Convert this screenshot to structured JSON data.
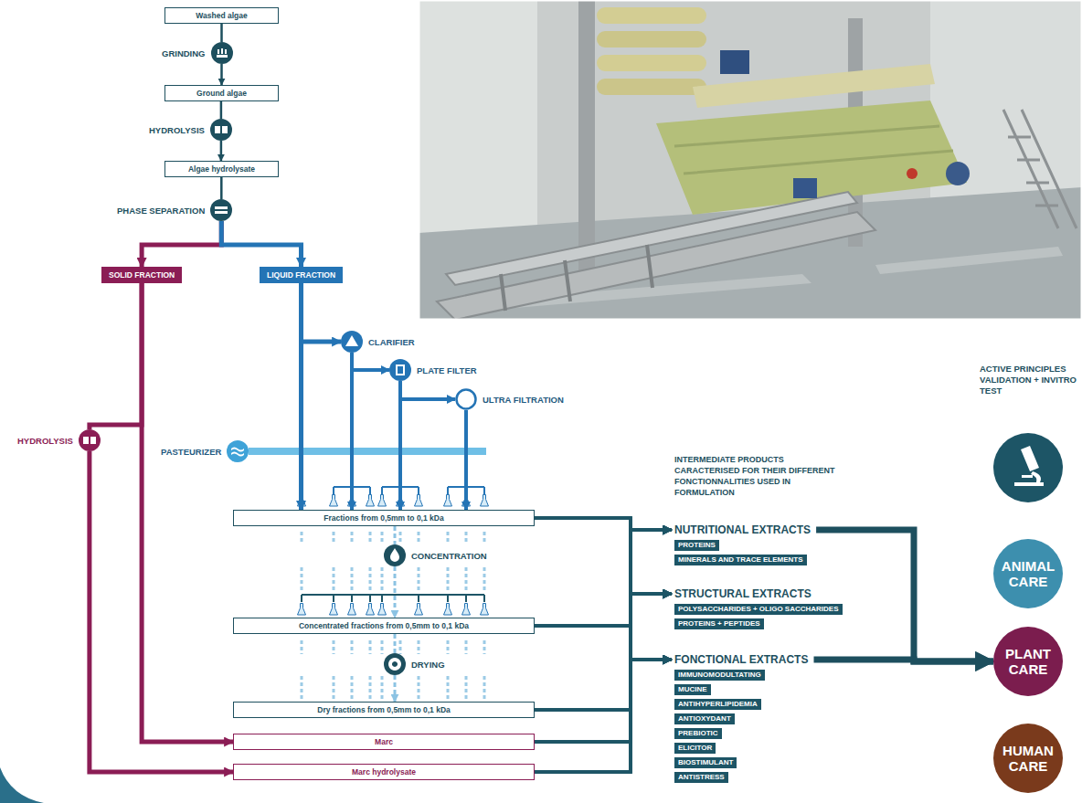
{
  "diagram": {
    "nodes": [
      {
        "text": [
          "Washed algae"
        ]
      },
      {
        "text": [
          "GRINDING"
        ]
      },
      {
        "text": [
          "Ground algae"
        ]
      },
      {
        "text": [
          "HYDROLYSIS"
        ]
      },
      {
        "text": [
          "Algae hydrolysate"
        ]
      },
      {
        "text": [
          "PHASE SEPARATION"
        ]
      },
      {
        "text": [
          "SOLID FRACTION"
        ]
      },
      {
        "text": [
          "LIQUID FRACTION"
        ]
      },
      {
        "text": [
          "CLARIFIER"
        ]
      },
      {
        "text": [
          "PLATE FILTER"
        ]
      },
      {
        "text": [
          "ULTRA FILTRATION"
        ]
      },
      {
        "text": [
          "HYDROLYSIS"
        ]
      },
      {
        "text": [
          "PASTEURIZER"
        ]
      },
      {
        "text": [
          "Fractions from 0,5mm to 0,1 kDa"
        ]
      },
      {
        "text": [
          "CONCENTRATION"
        ]
      },
      {
        "text": [
          "Concentrated fractions from 0,5mm to 0,1 kDa"
        ]
      },
      {
        "text": [
          "DRYING"
        ]
      },
      {
        "text": [
          "Dry fractions from 0,5mm to 0,1 kDa"
        ]
      },
      {
        "text": [
          "Marc"
        ]
      },
      {
        "text": [
          "Marc hydrolysate"
        ]
      },
      {
        "text": [
          "NUTRITIONAL EXTRACTS"
        ]
      },
      {
        "text": [
          "PROTEINS"
        ],
        "in": 20
      },
      {
        "text": [
          "MINERALS AND TRACE ELEMENTS"
        ],
        "in": 20
      },
      {
        "text": [
          "STRUCTURAL EXTRACTS"
        ]
      },
      {
        "text": [
          "POLYSACCHARIDES + OLIGO SACCHARIDES"
        ],
        "in": 23
      },
      {
        "text": [
          "PROTEINS + PEPTIDES"
        ],
        "in": 23
      },
      {
        "text": [
          "FONCTIONAL EXTRACTS"
        ]
      },
      {
        "text": [
          "IMMUNOMODULTATING"
        ],
        "in": 26
      },
      {
        "text": [
          "MUCINE"
        ],
        "in": 26
      },
      {
        "text": [
          "ANTIHYPERLIPIDEMIA"
        ],
        "in": 26
      },
      {
        "text": [
          "ANTIOXYDANT"
        ],
        "in": 26
      },
      {
        "text": [
          "PREBIOTIC"
        ],
        "in": 26
      },
      {
        "text": [
          "ELICITOR"
        ],
        "in": 26
      },
      {
        "text": [
          "BIOSTIMULANT"
        ],
        "in": 26
      },
      {
        "text": [
          "ANTISTRESS"
        ],
        "in": 26
      },
      {
        "text": [
          "ANIMAL CARE"
        ]
      },
      {
        "text": [
          "PLANT CARE"
        ]
      },
      {
        "text": [
          "HUMAN CARE"
        ]
      }
    ],
    "edges": [
      {
        "from": 0,
        "to": 1,
        "arrow": "none"
      },
      {
        "from": 1,
        "to": 2,
        "arrow": "to"
      },
      {
        "from": 2,
        "to": 3,
        "arrow": "none"
      },
      {
        "from": 3,
        "to": 4,
        "arrow": "to"
      },
      {
        "from": 4,
        "to": 5,
        "arrow": "none"
      },
      {
        "from": 5,
        "to": 6,
        "arrow": "to"
      },
      {
        "from": 5,
        "to": 7,
        "arrow": "to"
      },
      {
        "from": 6,
        "to": 18,
        "arrow": "to"
      },
      {
        "from": 6,
        "to": 11,
        "arrow": "none"
      },
      {
        "from": 11,
        "to": 19,
        "arrow": "to"
      },
      {
        "from": 7,
        "to": 8,
        "arrow": "to"
      },
      {
        "from": 8,
        "to": 9,
        "arrow": "to"
      },
      {
        "from": 9,
        "to": 10,
        "arrow": "to"
      },
      {
        "from": 7,
        "to": 13,
        "arrow": "to"
      },
      {
        "from": 8,
        "to": 13,
        "arrow": "to"
      },
      {
        "from": 9,
        "to": 13,
        "arrow": "to"
      },
      {
        "from": 10,
        "to": 13,
        "arrow": "to"
      },
      {
        "from": 13,
        "to": 14,
        "arrow": "none"
      },
      {
        "from": 14,
        "to": 15,
        "arrow": "to"
      },
      {
        "from": 15,
        "to": 16,
        "arrow": "none"
      },
      {
        "from": 16,
        "to": 17,
        "arrow": "to"
      },
      {
        "from": 13,
        "to": 20,
        "arrow": "to"
      },
      {
        "from": 13,
        "to": 23,
        "arrow": "to"
      },
      {
        "from": 13,
        "to": 26,
        "arrow": "to"
      },
      {
        "from": 15,
        "to": 20,
        "arrow": "to"
      },
      {
        "from": 15,
        "to": 23,
        "arrow": "to"
      },
      {
        "from": 15,
        "to": 26,
        "arrow": "to"
      },
      {
        "from": 17,
        "to": 20,
        "arrow": "to"
      },
      {
        "from": 17,
        "to": 23,
        "arrow": "to"
      },
      {
        "from": 17,
        "to": 26,
        "arrow": "to"
      },
      {
        "from": 18,
        "to": 20,
        "arrow": "to"
      },
      {
        "from": 18,
        "to": 23,
        "arrow": "to"
      },
      {
        "from": 18,
        "to": 26,
        "arrow": "to"
      },
      {
        "from": 19,
        "to": 20,
        "arrow": "to"
      },
      {
        "from": 19,
        "to": 23,
        "arrow": "to"
      },
      {
        "from": 19,
        "to": 26,
        "arrow": "to"
      },
      {
        "from": 20,
        "to": 36,
        "arrow": "to"
      },
      {
        "from": 26,
        "to": 36,
        "arrow": "to"
      }
    ],
    "labels": [
      "INTERMEDIATE PRODUCTS CARACTERISED FOR THEIR DIFFERENT FONCTIONNALITIES USED IN FORMULATION",
      "ACTIVE PRINCIPLES VALIDATION + INVITRO TEST"
    ]
  }
}
